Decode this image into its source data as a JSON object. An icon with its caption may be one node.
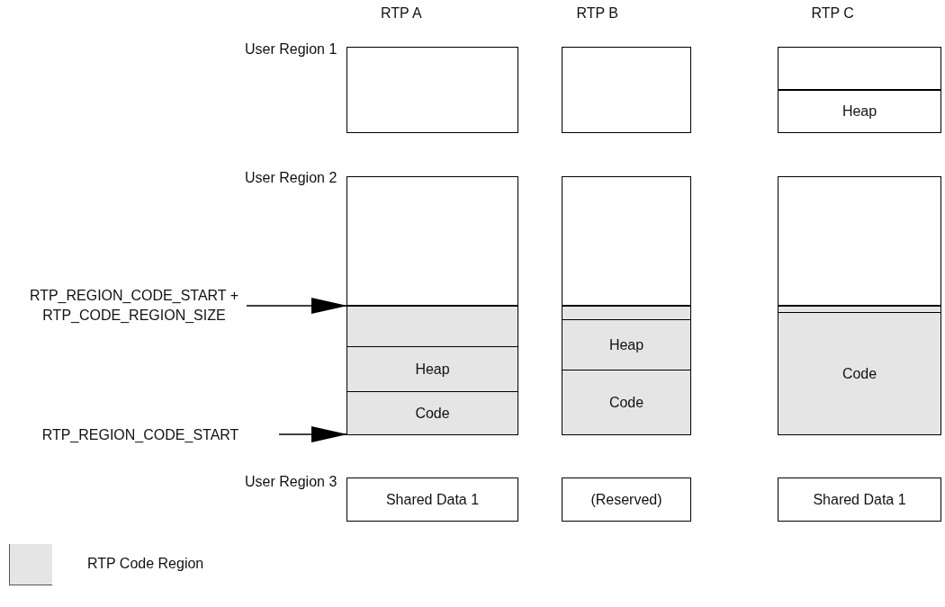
{
  "diagram": {
    "nodes": [
      {
        "text": [],
        "shape": "box"
      },
      {
        "text": [],
        "shape": "box"
      },
      {
        "text": [],
        "shape": "box"
      },
      {
        "text": [
          "Heap"
        ],
        "in": 2
      },
      {
        "text": [],
        "shape": "box"
      },
      {
        "text": [],
        "shape": "box",
        "in": 4
      },
      {
        "text": [
          "Heap"
        ],
        "in": 4
      },
      {
        "text": [
          "Code"
        ],
        "in": 4
      },
      {
        "text": [],
        "shape": "box"
      },
      {
        "text": [],
        "shape": "box",
        "in": 8
      },
      {
        "text": [
          "Heap"
        ],
        "in": 8
      },
      {
        "text": [
          "Code"
        ],
        "in": 8
      },
      {
        "text": [],
        "shape": "box"
      },
      {
        "text": [],
        "shape": "box",
        "in": 12
      },
      {
        "text": [
          "Code"
        ],
        "in": 12
      },
      {
        "text": [
          "Shared Data 1"
        ]
      },
      {
        "text": [
          "(Reserved)"
        ]
      },
      {
        "text": [
          "Shared Data 1"
        ]
      },
      {
        "text": [
          "RTP_REGION_CODE_START + RTP_CODE_REGION_SIZE"
        ]
      },
      {
        "text": [
          "RTP_REGION_CODE_START"
        ]
      }
    ],
    "edges": [
      {
        "from": 18,
        "to": 5,
        "arrow": "to"
      },
      {
        "from": 19,
        "to": 7,
        "arrow": "to"
      }
    ],
    "labels": [
      "RTP A",
      "RTP B",
      "RTP C",
      "User Region 1",
      "User Region 2",
      "User Region 3"
    ],
    "legend": [
      {
        "text": "RTP Code Region",
        "color": "#e5e5e5"
      }
    ]
  }
}
